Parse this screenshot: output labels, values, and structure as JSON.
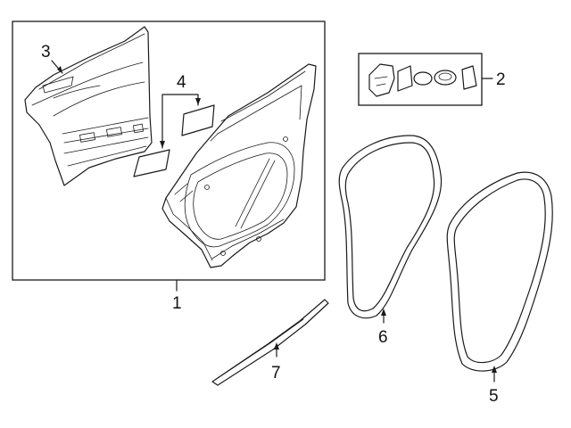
{
  "callouts": {
    "c1": "1",
    "c2": "2",
    "c3": "3",
    "c4": "4",
    "c5": "5",
    "c6": "6",
    "c7": "7"
  },
  "colors": {
    "line": "#1a1a1a",
    "background": "#ffffff"
  }
}
